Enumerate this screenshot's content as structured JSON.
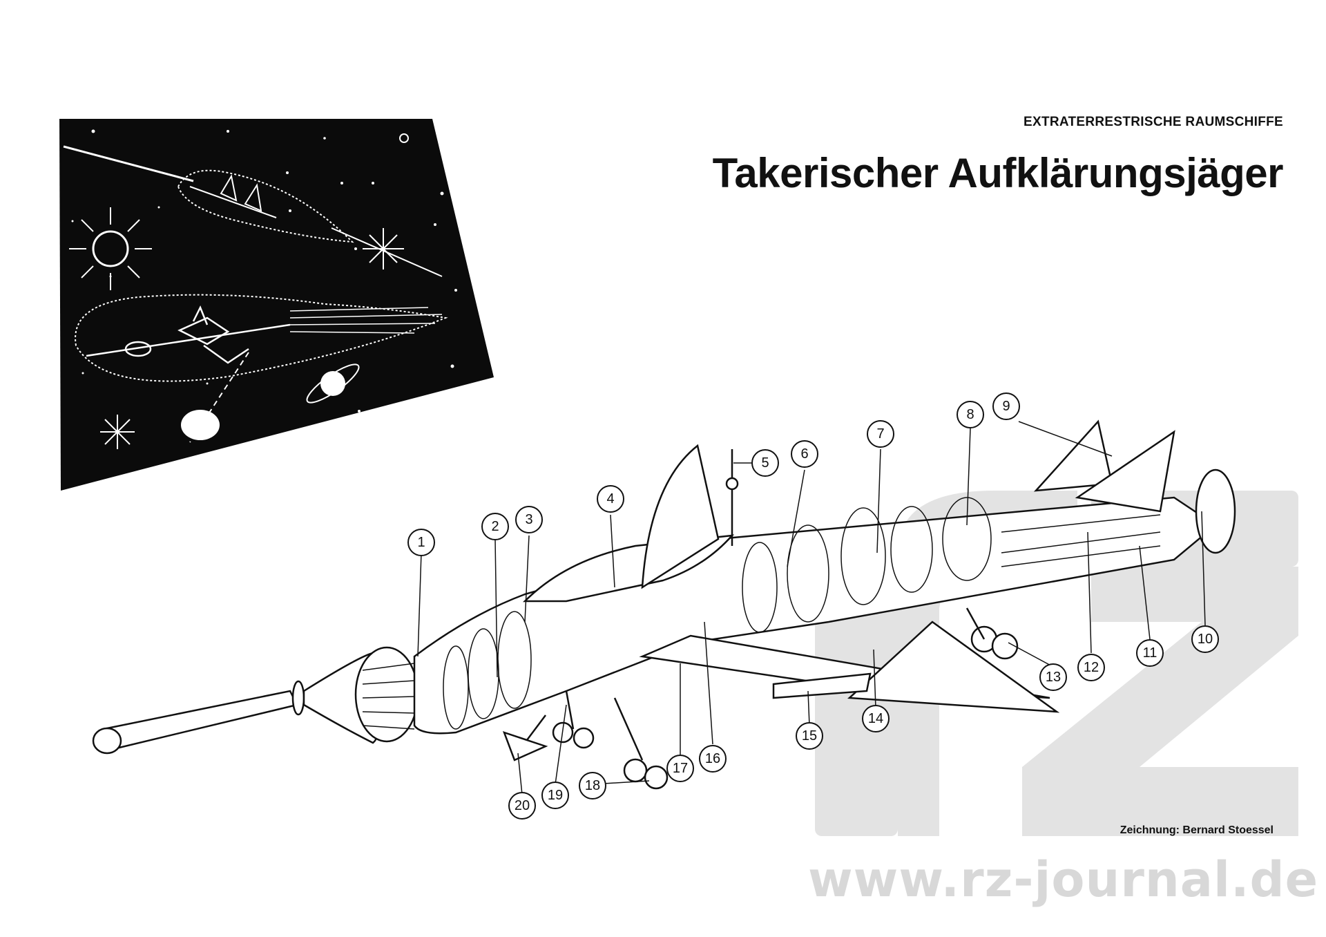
{
  "header": {
    "series": "EXTRATERRESTRISCHE RAUMSCHIFFE",
    "title": "Takerischer Aufklärungsjäger"
  },
  "credit": "Zeichnung: Bernard Stoessel",
  "watermark": {
    "url": "www.rz-journal.de",
    "logo_text": "rz"
  },
  "callouts": [
    "1",
    "2",
    "3",
    "4",
    "5",
    "6",
    "7",
    "8",
    "9",
    "10",
    "11",
    "12",
    "13",
    "14",
    "15",
    "16",
    "17",
    "18",
    "19",
    "20"
  ],
  "colors": {
    "ink": "#111111",
    "paper": "#ffffff",
    "watermark": "#d8d8d8"
  }
}
